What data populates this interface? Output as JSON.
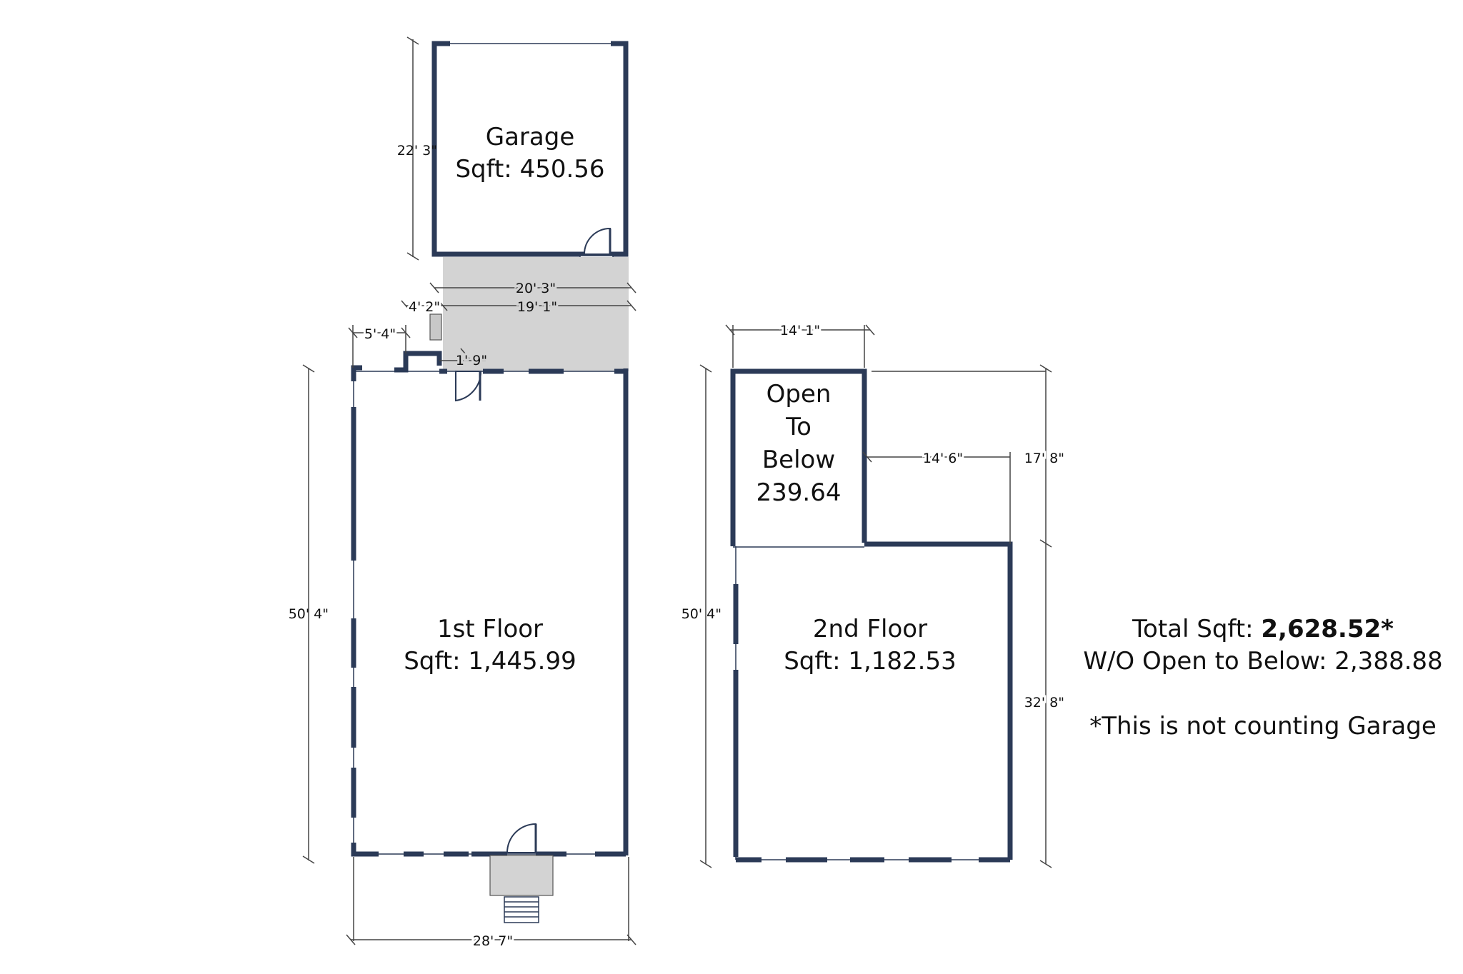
{
  "colors": {
    "wall": "#2b3a57",
    "porch": "#d3d3d3",
    "dimension_line": "#444444",
    "background": "#ffffff"
  },
  "rooms": {
    "garage": {
      "name": "Garage",
      "sqft": "Sqft: 450.56"
    },
    "first_floor": {
      "name": "1st Floor",
      "sqft": "Sqft: 1,445.99"
    },
    "second_floor": {
      "name": "2nd Floor",
      "sqft": "Sqft: 1,182.53"
    },
    "open_to_below": {
      "line1": "Open",
      "line2": "To",
      "line3": "Below",
      "area": "239.64"
    }
  },
  "dimensions": {
    "garage_height": "22' 3\"",
    "breezeway_outer": "20' 3\"",
    "breezeway_inner": "19' 1\"",
    "small_left": "4' 2\"",
    "jog_width": "5' 4\"",
    "door_offset": "1' 9\"",
    "first_floor_height": "50' 4\"",
    "first_floor_width": "28' 7\"",
    "open_width": "14' 1\"",
    "second_inner_width": "14' 6\"",
    "second_upper_height": "17' 8\"",
    "second_lower_height": "32' 8\"",
    "second_floor_height": "50' 4\""
  },
  "summary": {
    "total_label": "Total Sqft: ",
    "total_value": "2,628.52*",
    "without_open": "W/O Open to Below: 2,388.88",
    "note": "*This is not counting Garage"
  }
}
